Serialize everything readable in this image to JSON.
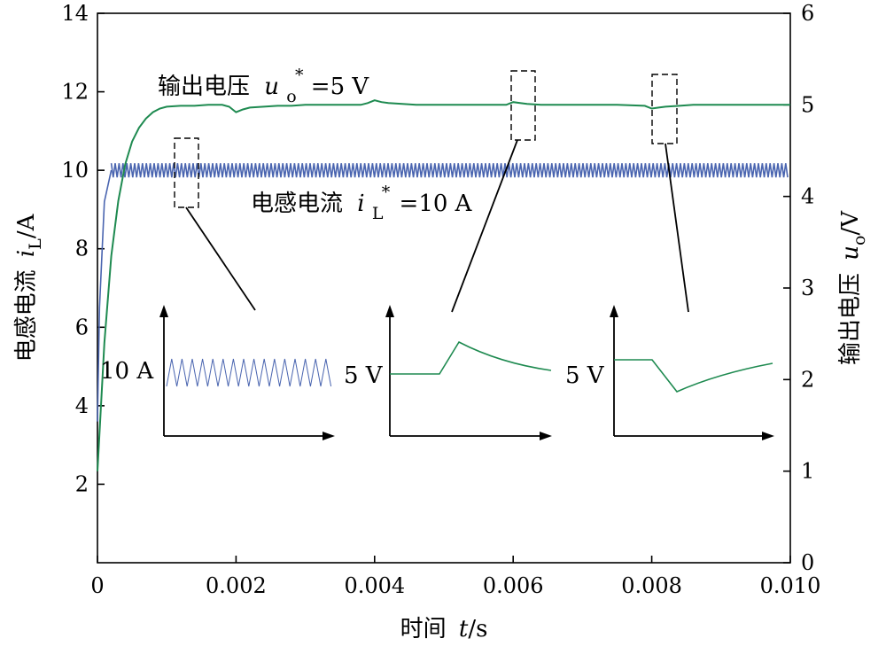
{
  "chart_data": {
    "type": "line",
    "x_axis": {
      "label_cn": "时间",
      "label_var": "t",
      "label_unit": "/s",
      "range": [
        0,
        0.01
      ],
      "ticks": [
        "0",
        "0.002",
        "0.004",
        "0.006",
        "0.008",
        "0.010"
      ]
    },
    "y_left_axis": {
      "label_cn": "电感电流",
      "label_var": "i",
      "label_sub": "L",
      "label_unit": "/A",
      "range": [
        0,
        14
      ],
      "ticks": [
        "2",
        "4",
        "6",
        "8",
        "10",
        "12",
        "14"
      ]
    },
    "y_right_axis": {
      "label_cn": "输出电压",
      "label_var": "u",
      "label_sub": "o",
      "label_unit": "/V",
      "range": [
        0,
        6
      ],
      "ticks": [
        "0",
        "1",
        "2",
        "3",
        "4",
        "5",
        "6"
      ]
    },
    "series": [
      {
        "axis": "right",
        "color": "#1e8a50",
        "x": [
          0,
          0.0001,
          0.0002,
          0.0003,
          0.0004,
          0.0005,
          0.0006,
          0.0007,
          0.0008,
          0.0009,
          0.001,
          0.0012,
          0.0014,
          0.0016,
          0.0018,
          0.0019,
          0.002,
          0.0021,
          0.0022,
          0.0024,
          0.0026,
          0.0028,
          0.003,
          0.0034,
          0.0038,
          0.0039,
          0.004,
          0.0041,
          0.0042,
          0.0044,
          0.0046,
          0.005,
          0.0055,
          0.0059,
          0.006,
          0.0061,
          0.0062,
          0.0064,
          0.0066,
          0.007,
          0.0075,
          0.0079,
          0.008,
          0.0081,
          0.0082,
          0.0084,
          0.0086,
          0.009,
          0.0095,
          0.01
        ],
        "y": [
          1.0,
          2.4,
          3.35,
          3.95,
          4.35,
          4.6,
          4.75,
          4.85,
          4.92,
          4.96,
          4.98,
          4.99,
          4.99,
          5.0,
          5.0,
          4.98,
          4.92,
          4.95,
          4.97,
          4.98,
          4.99,
          4.99,
          5.0,
          5.0,
          5.0,
          5.02,
          5.05,
          5.03,
          5.02,
          5.01,
          5.0,
          5.0,
          5.0,
          5.0,
          5.03,
          5.02,
          5.01,
          5.0,
          5.0,
          5.0,
          5.0,
          4.99,
          4.96,
          4.97,
          4.98,
          4.99,
          5.0,
          5.0,
          5.0,
          5.0
        ]
      },
      {
        "axis": "left",
        "color": "#4a65b0",
        "start_x": 0.0002,
        "value": 10,
        "ripple": 0.18,
        "rise_x": [
          0,
          3e-05,
          0.0001,
          0.0002
        ],
        "rise_y": [
          3.6,
          6.5,
          9.2,
          10
        ]
      }
    ],
    "annotations": {
      "voltage_label": {
        "text_cn": "输出电压",
        "var": "u",
        "sub": "o",
        "sup": "*",
        "rest": "=5 V"
      },
      "current_label": {
        "text_cn": "电感电流",
        "var": "i",
        "sub": "L",
        "sup": "*",
        "rest": "=10 A"
      },
      "inset_labels": [
        "10 A",
        "5 V",
        "5 V"
      ]
    }
  }
}
